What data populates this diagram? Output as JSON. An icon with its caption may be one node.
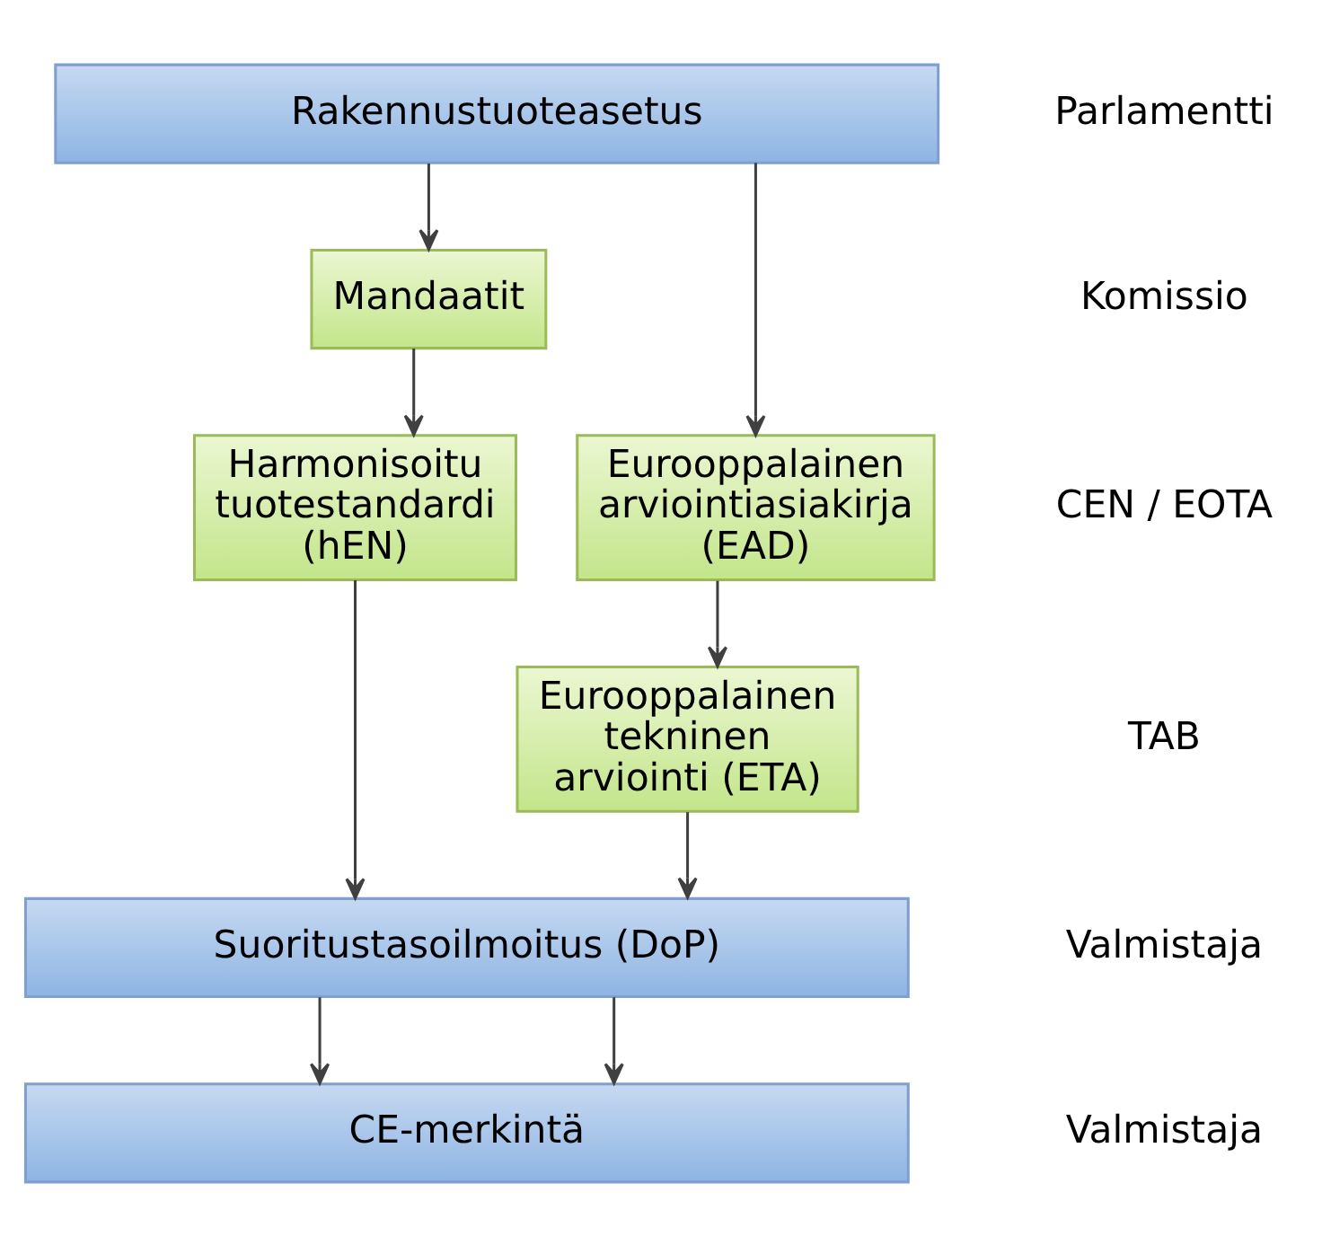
{
  "diagram": {
    "nodes": [
      {
        "text": [
          "Rakennustuoteasetus"
        ]
      },
      {
        "text": [
          "Mandaatit"
        ]
      },
      {
        "text": [
          "Harmonisoitu tuotestandardi (hEN)"
        ]
      },
      {
        "text": [
          "Eurooppalainen arviointiasiakirja (EAD)"
        ]
      },
      {
        "text": [
          "Eurooppalainen tekninen arviointi (ETA)"
        ]
      },
      {
        "text": [
          "Suoritustasoilmoitus (DoP)"
        ]
      },
      {
        "text": [
          "CE-merkintä"
        ]
      }
    ],
    "edges": [
      {
        "from": 0,
        "to": 1,
        "arrow": "to"
      },
      {
        "from": 0,
        "to": 3,
        "arrow": "to"
      },
      {
        "from": 1,
        "to": 2,
        "arrow": "to"
      },
      {
        "from": 3,
        "to": 4,
        "arrow": "to"
      },
      {
        "from": 2,
        "to": 5,
        "arrow": "to"
      },
      {
        "from": 4,
        "to": 5,
        "arrow": "to"
      },
      {
        "from": 5,
        "to": 6,
        "arrow": "to"
      },
      {
        "from": 5,
        "to": 6,
        "arrow": "to"
      }
    ],
    "labels": [
      "Parlamentti",
      "Komissio",
      "CEN / EOTA",
      "TAB",
      "Valmistaja",
      "Valmistaja"
    ]
  }
}
